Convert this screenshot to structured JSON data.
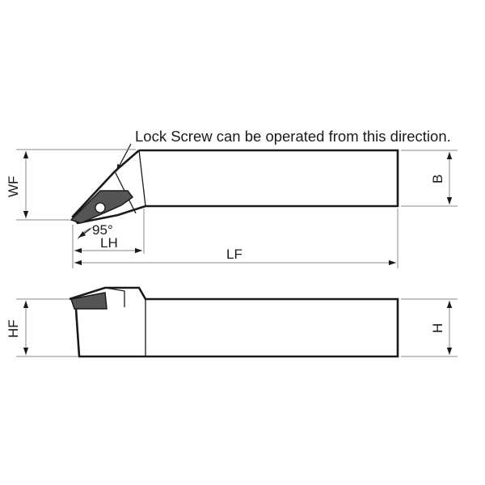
{
  "note": "Lock Screw can be operated from this direction.",
  "dimensions": {
    "wf": "WF",
    "b": "B",
    "lh": "LH",
    "lf": "LF",
    "hf": "HF",
    "h": "H"
  },
  "angle": "95°",
  "colors": {
    "line": "#1a1a1a",
    "dimension": "#8a8a8a",
    "insert": "#555555"
  }
}
